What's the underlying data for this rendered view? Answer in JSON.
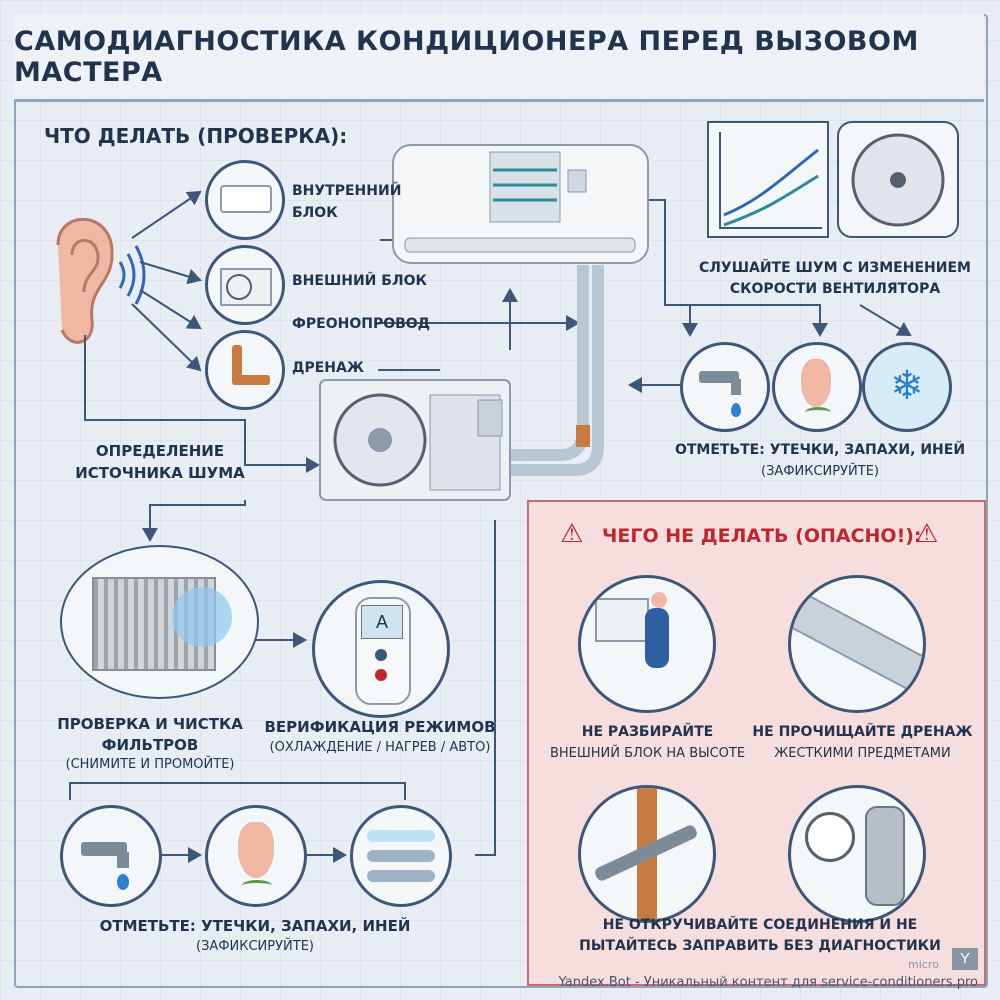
{
  "title": "САМОДИАГНОСТИКА КОНДИЦИОНЕРА ПЕРЕД ВЫЗОВОМ МАСТЕРА",
  "check_section": {
    "heading": "ЧТО ДЕЛАТЬ (ПРОВЕРКА):",
    "targets": [
      "ВНУТРЕННИЙ",
      "БЛОК",
      "ВНЕШНИЙ БЛОК",
      "ФРЕОНОПРОВОД",
      "ДРЕНАЖ"
    ],
    "noise_source": [
      "ОПРЕДЕЛЕНИЕ",
      "ИСТОЧНИКА ШУМА"
    ],
    "fan_noise": [
      "СЛУШАЙТЕ ШУМ С ИЗМЕНЕНИЕМ",
      "СКОРОСТИ ВЕНТИЛЯТОРА"
    ],
    "right_note": "ОТМЕТЬТЕ: УТЕЧКИ, ЗАПАХИ, ИНЕЙ",
    "right_note_sub": "(ЗАФИКСИРУЙТЕ)",
    "filters_line1": "ПРОВЕРКА И ЧИСТКА",
    "filters_line2": "ФИЛЬТРОВ",
    "filters_sub": "(СНИМИТЕ И ПРОМОЙТЕ)",
    "modes": "ВЕРИФИКАЦИЯ РЕЖИМОВ",
    "modes_sub": "(ОХЛАЖДЕНИЕ / НАГРЕВ / АВТО)",
    "remote_mode": "A",
    "bottom_note": "ОТМЕТЬТЕ: УТЕЧКИ, ЗАПАХИ, ИНЕЙ",
    "bottom_note_sub": "(ЗАФИКСИРУЙТЕ)"
  },
  "danger_section": {
    "heading": "ЧЕГО НЕ ДЕЛАТЬ (ОПАСНО!):",
    "items": [
      {
        "line1": "НЕ РАЗБИРАЙТЕ",
        "line2": "ВНЕШНИЙ БЛОК НА ВЫСОТЕ"
      },
      {
        "line1": "НЕ ПРОЧИЩАЙТЕ ДРЕНАЖ",
        "line2": "ЖЕСТКИМИ ПРЕДМЕТАМИ"
      }
    ],
    "bottom_line1": "НЕ ОТКРУЧИВАЙТЕ СОЕДИНЕНИЯ И НЕ",
    "bottom_line2": "ПЫТАЙТЕСЬ ЗАПРАВИТЬ БЕЗ ДИАГНОСТИКИ"
  },
  "watermark": "micro",
  "footer": "Yandex.Bot - Уникальный контент для service-conditioners.pro",
  "colors": {
    "line": "#3e5677",
    "danger_bg": "#f6dedf",
    "danger_red": "#c0262d",
    "copper": "#c77b3f"
  }
}
